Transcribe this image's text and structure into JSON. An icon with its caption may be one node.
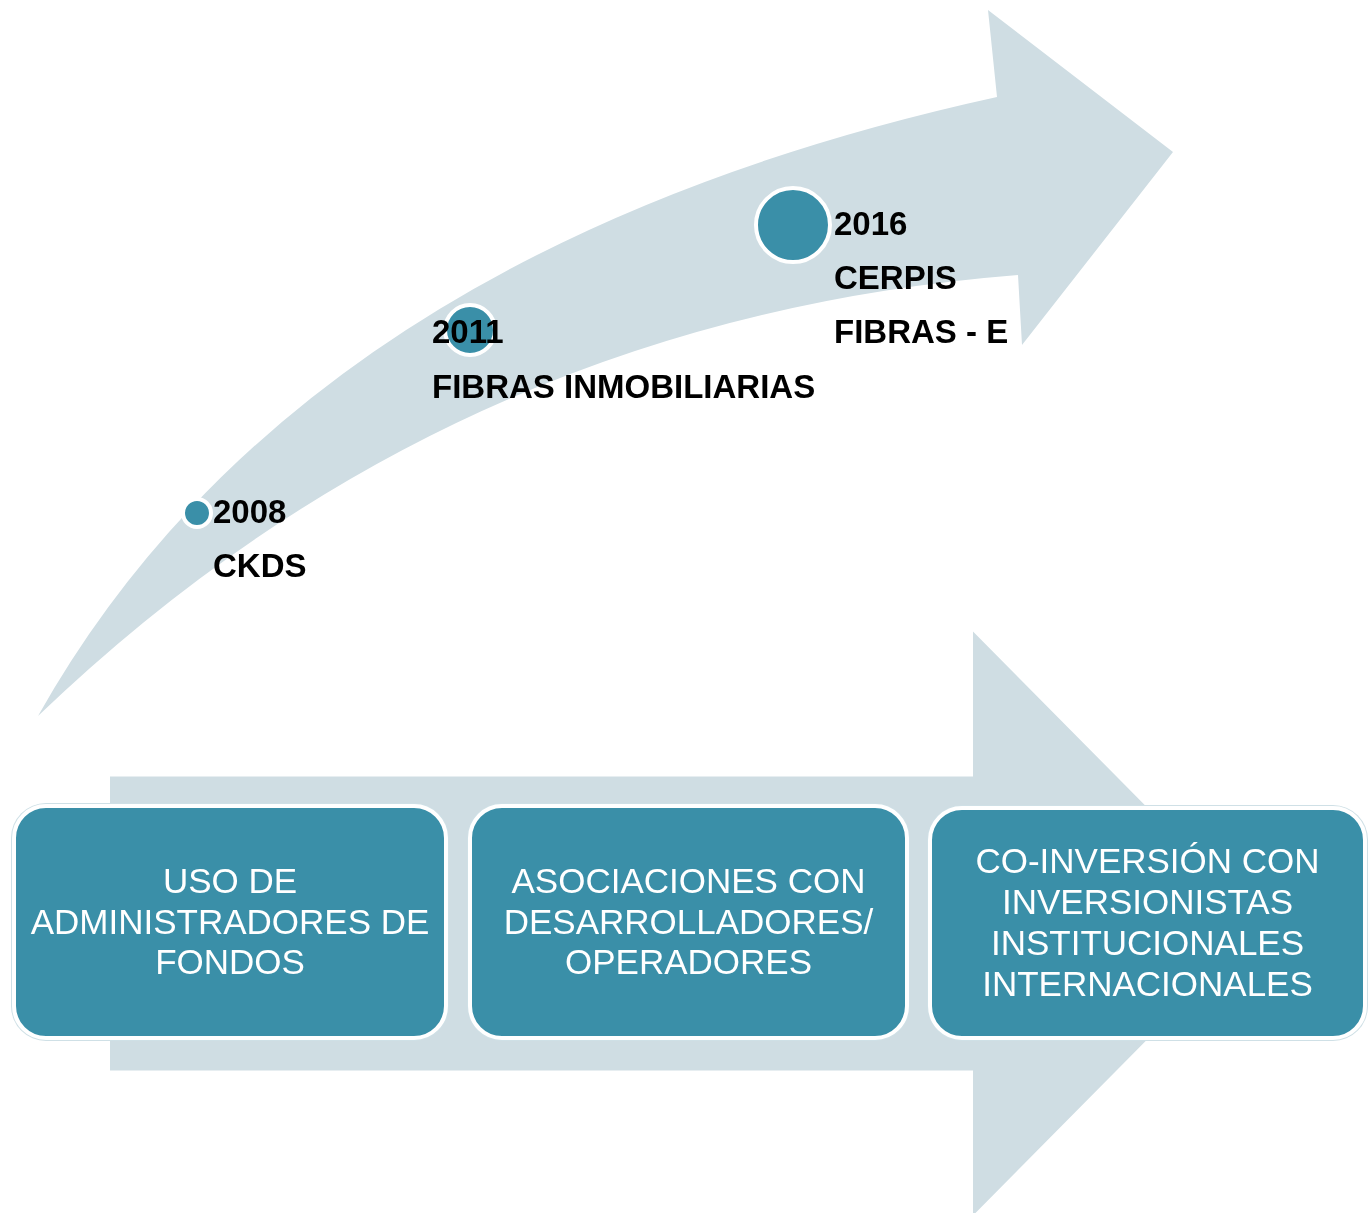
{
  "diagram": {
    "nodes": [
      {
        "text": [
          "2008",
          "CKDS"
        ]
      },
      {
        "text": [
          "2011",
          "FIBRAS INMOBILIARIAS"
        ]
      },
      {
        "text": [
          "2016",
          "CERPIS",
          "FIBRAS - E"
        ]
      },
      {
        "text": [
          "USO DE ADMINISTRADORES DE FONDOS"
        ]
      },
      {
        "text": [
          "ASOCIACIONES CON DESARROLLADORES/ OPERADORES"
        ]
      },
      {
        "text": [
          "CO-INVERSIÓN CON INVERSIONISTAS INSTITUCIONALES INTERNACIONALES"
        ]
      }
    ],
    "edges": [
      {
        "from": 3,
        "to": 5,
        "arrow": "to",
        "style": "thick"
      }
    ]
  }
}
